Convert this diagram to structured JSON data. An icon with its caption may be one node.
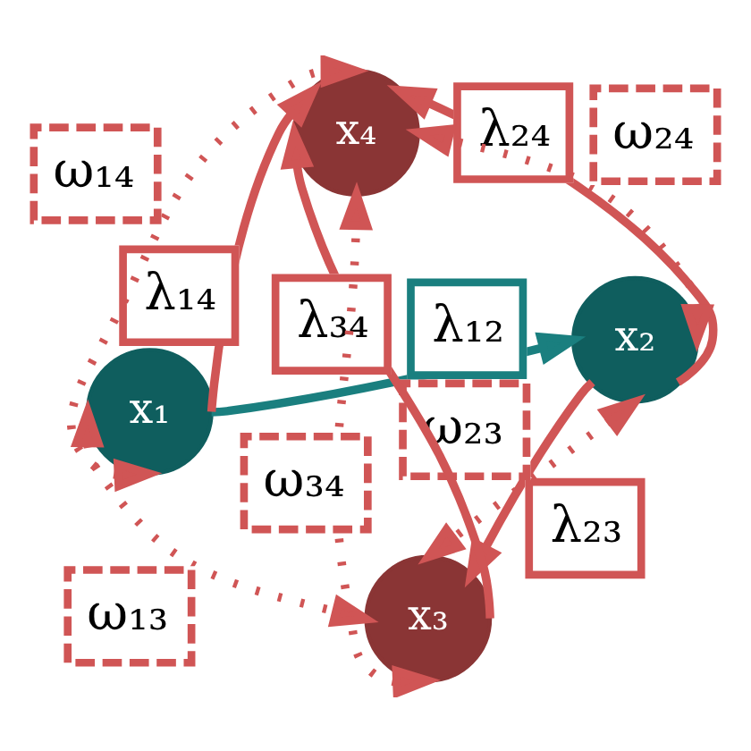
{
  "diagram": {
    "nodes": [
      {
        "text": [
          "x₁"
        ]
      },
      {
        "text": [
          "x₂"
        ]
      },
      {
        "text": [
          "x₃"
        ]
      },
      {
        "text": [
          "x₄"
        ]
      }
    ],
    "edges": [
      {
        "from": 0,
        "to": 1,
        "arrow": "to",
        "label": "λ₁₂",
        "color": "#1a7f7f"
      },
      {
        "from": 0,
        "to": 3,
        "arrow": "to",
        "label": "λ₁₄"
      },
      {
        "from": 1,
        "to": 2,
        "arrow": "to",
        "label": "λ₂₃"
      },
      {
        "from": 1,
        "to": 3,
        "arrow": "to",
        "label": "λ₂₄"
      },
      {
        "from": 2,
        "to": 3,
        "arrow": "to",
        "label": "λ₃₄"
      },
      {
        "from": 0,
        "to": 2,
        "arrow": "both",
        "label": "ω₁₃",
        "style": "dashed"
      },
      {
        "from": 1,
        "to": 2,
        "arrow": "both",
        "label": "ω₂₃",
        "style": "dashed"
      },
      {
        "from": 0,
        "to": 3,
        "arrow": "both",
        "label": "ω₁₄",
        "style": "dashed"
      },
      {
        "from": 1,
        "to": 3,
        "arrow": "both",
        "label": "ω₂₄",
        "style": "dashed"
      },
      {
        "from": 2,
        "to": 3,
        "arrow": "both",
        "label": "ω₃₄",
        "style": "dashed"
      }
    ]
  }
}
